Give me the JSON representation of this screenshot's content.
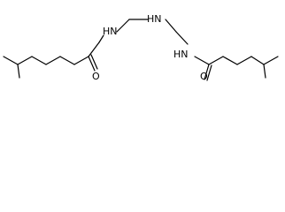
{
  "molecule": {
    "atoms": {
      "nh_left": "HN",
      "nh_center": "HN",
      "nh_right": "HN",
      "o_left": "O",
      "o_right": "O"
    },
    "colors": {
      "bond": "#000000",
      "label": "#000000",
      "background": "#ffffff"
    }
  }
}
